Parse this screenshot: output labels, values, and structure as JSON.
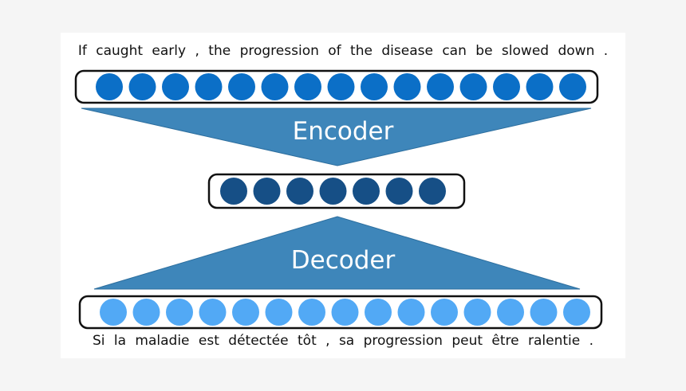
{
  "source_sentence": "If  caught  early  ,  the  progression  of  the  disease  can  be  slowed  down .",
  "target_sentence": "Si  la maladie  est  détectée  tôt  ,  sa  progression  peut  être  ralentie  .",
  "encoder_label": "Encoder",
  "decoder_label": "Decoder",
  "input_vectors": {
    "count": 15,
    "color": "#0b6fc7"
  },
  "hidden_vectors": {
    "count": 7,
    "color": "#164f86"
  },
  "output_vectors": {
    "count": 15,
    "color": "#52a9f5"
  },
  "colors": {
    "funnel": "#3e86ba",
    "funnel_edge": "#2c6e9e",
    "box_outline": "#111111",
    "background": "#f5f5f5",
    "panel": "#ffffff"
  }
}
